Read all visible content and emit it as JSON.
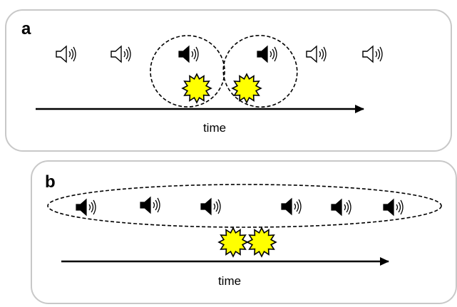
{
  "colors": {
    "burst_fill": "#ffff00",
    "speaker_filled": "#000000",
    "speaker_outline": "#ffffff",
    "frame_stroke": "#c8c8c8"
  },
  "icons": {
    "speaker": "speaker-icon",
    "burst": "starburst-icon"
  },
  "panels": [
    {
      "letter": "a",
      "axis_label": "time",
      "speakers": [
        {
          "style": "outline"
        },
        {
          "style": "outline"
        },
        {
          "style": "filled"
        },
        {
          "style": "filled"
        },
        {
          "style": "outline"
        },
        {
          "style": "outline"
        }
      ],
      "bursts": 2,
      "groups": 2
    },
    {
      "letter": "b",
      "axis_label": "time",
      "speakers": [
        {
          "style": "filled"
        },
        {
          "style": "filled"
        },
        {
          "style": "filled"
        },
        {
          "style": "filled"
        },
        {
          "style": "filled"
        },
        {
          "style": "filled"
        }
      ],
      "bursts": 2,
      "groups": 1
    }
  ]
}
